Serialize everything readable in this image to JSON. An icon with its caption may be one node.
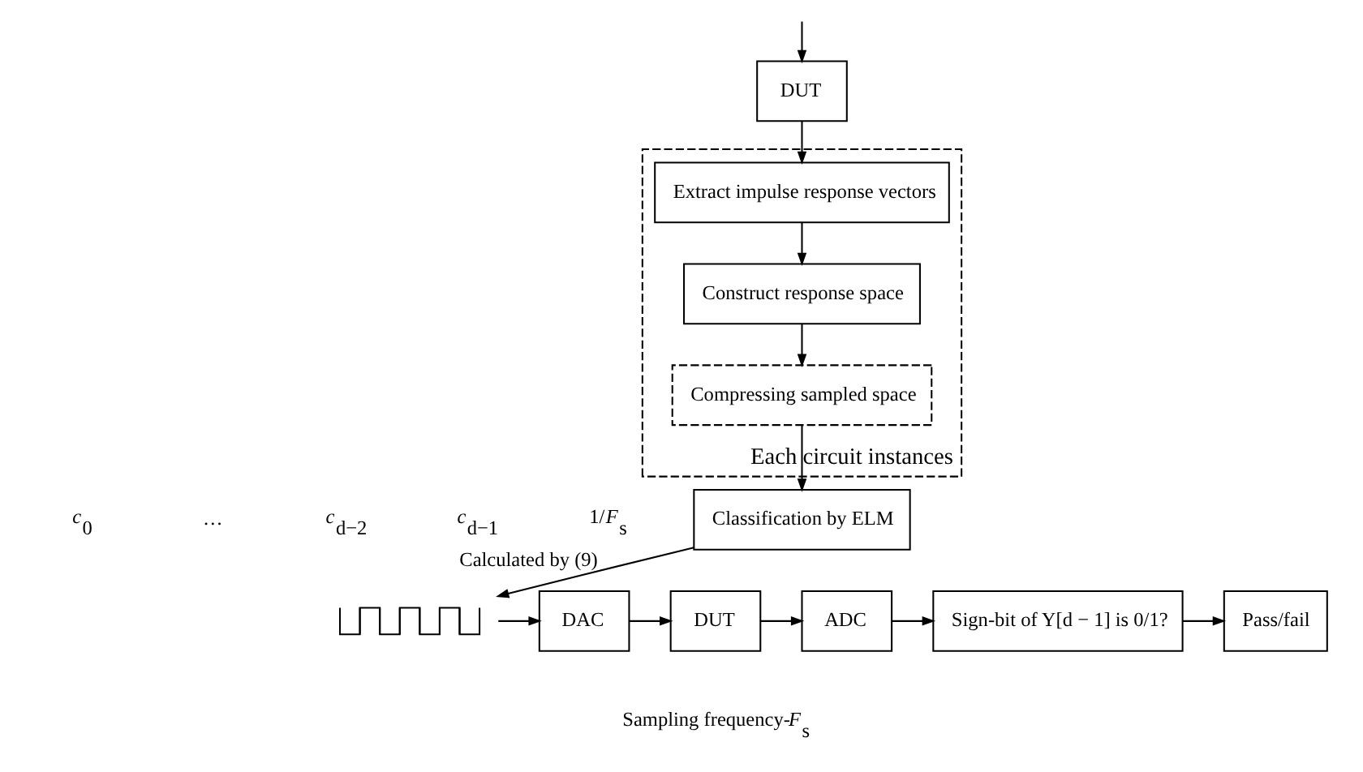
{
  "diagram": {
    "nodes": [
      {
        "text": [
          "Each circuit instances"
        ]
      },
      {
        "text": [
          "DUT"
        ]
      },
      {
        "text": [
          "Extract impulse response vectors"
        ],
        "in": 0
      },
      {
        "text": [
          "Construct response space"
        ],
        "in": 0
      },
      {
        "text": [
          "Compressing sampled space"
        ],
        "in": 0
      },
      {
        "text": [
          "Classification by ELM"
        ]
      },
      {
        "text": [],
        "shape": "picture"
      },
      {
        "text": [
          "DAC"
        ]
      },
      {
        "text": [
          "DUT"
        ]
      },
      {
        "text": [
          "ADC"
        ]
      },
      {
        "text": [
          "Sign-bit of Y[d − 1] is 0/1?"
        ]
      },
      {
        "text": [
          "Pass/fail"
        ]
      }
    ],
    "edges": [
      {
        "from": null,
        "to": 1,
        "arrow": "to"
      },
      {
        "from": 1,
        "to": 2,
        "arrow": "to"
      },
      {
        "from": 2,
        "to": 3,
        "arrow": "to"
      },
      {
        "from": 3,
        "to": 4,
        "arrow": "to"
      },
      {
        "from": 4,
        "to": 5,
        "arrow": "to"
      },
      {
        "from": 5,
        "to": 6,
        "arrow": "to",
        "label": "Calculated by (9)"
      },
      {
        "from": 6,
        "to": 7,
        "arrow": "to"
      },
      {
        "from": 7,
        "to": 8,
        "arrow": "to"
      },
      {
        "from": 8,
        "to": 9,
        "arrow": "to"
      },
      {
        "from": 9,
        "to": 10,
        "arrow": "to"
      },
      {
        "from": 10,
        "to": 11,
        "arrow": "to"
      }
    ],
    "labels": [
      "*c*$_{0}$",
      "…",
      "*c*$_{d−2}$",
      "*c*$_{d−1}$",
      "1/*F*$_{s}$",
      "Sampling frequency-*F*$_{s}$"
    ]
  }
}
